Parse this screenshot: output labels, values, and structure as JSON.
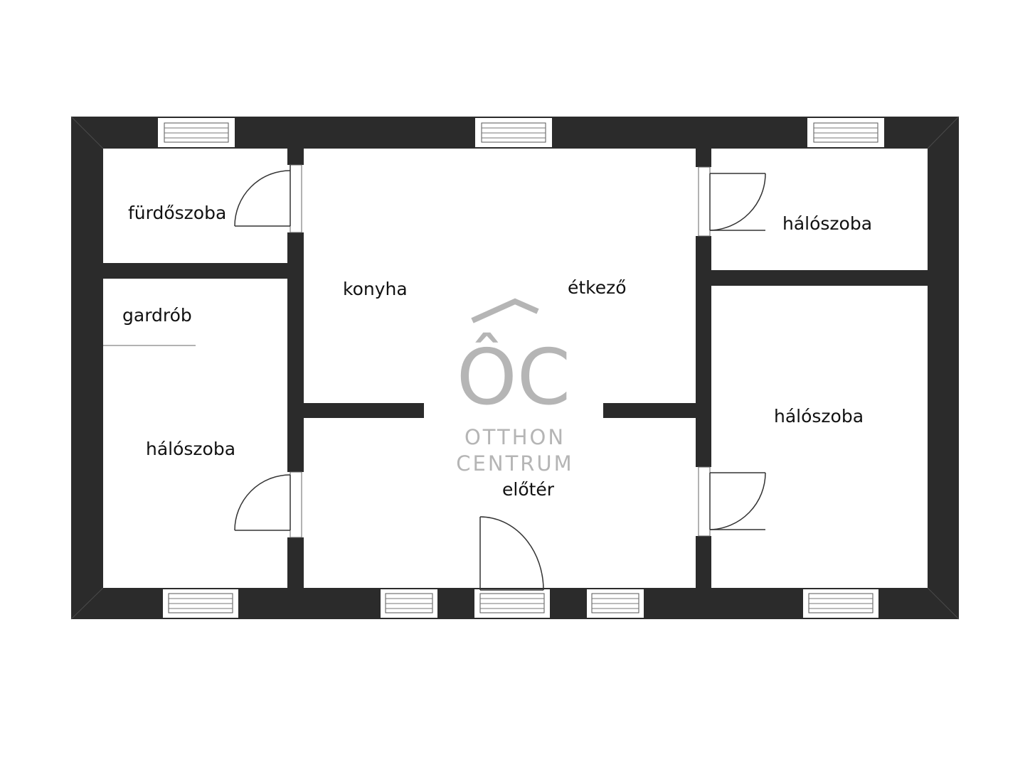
{
  "rooms": {
    "bathroom": "fürdőszoba",
    "walkin_closet": "gardrób",
    "bedroom_left": "hálószoba",
    "kitchen": "konyha",
    "dining": "étkező",
    "hallway": "előtér",
    "bedroom_top_right": "hálószoba",
    "bedroom_right": "hálószoba"
  },
  "watermark": {
    "monogram": "ÔC",
    "line1": "OTTHON",
    "line2": "CENTRUM"
  },
  "colors": {
    "wall": "#2b2b2b",
    "background": "#ffffff",
    "watermark": "#b5b5b5"
  }
}
